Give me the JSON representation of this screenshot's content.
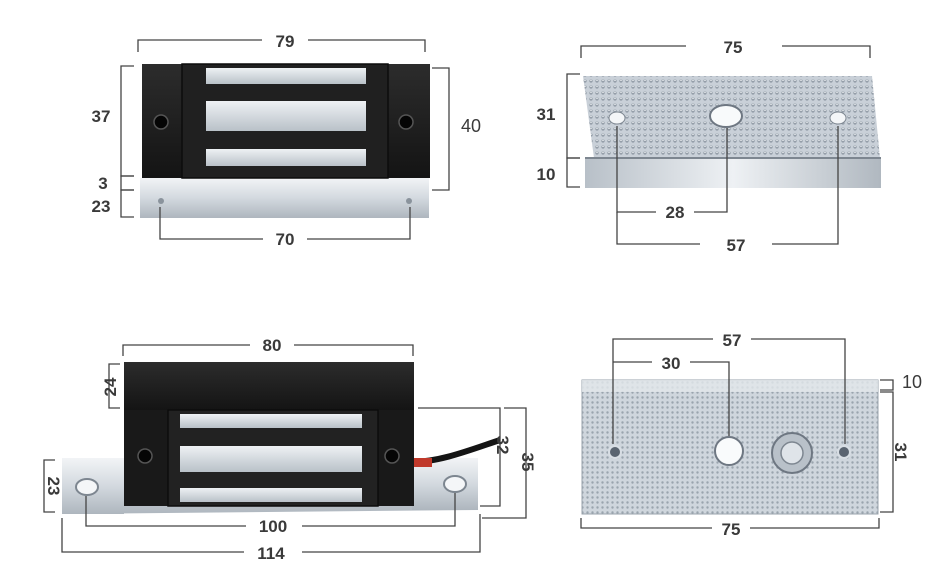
{
  "views": {
    "top_left": {
      "width_top": "79",
      "magnet_height": "37",
      "side_height": "40",
      "gap": "3",
      "base_height": "23",
      "hole_spacing": "70"
    },
    "top_right": {
      "length": "75",
      "height": "31",
      "lip": "10",
      "center_hole": "28",
      "hole_spacing": "57"
    },
    "bottom_left": {
      "width": "80",
      "top_height": "24",
      "body_height": "32",
      "total_height": "35",
      "bracket_height": "23",
      "hole_spacing": "100",
      "total_length": "114"
    },
    "bottom_right": {
      "hole_spacing": "57",
      "center_hole": "30",
      "lip": "10",
      "height": "31",
      "length": "75"
    }
  },
  "colors": {
    "dimension_text": "#3a3a3a",
    "magnet_body": "#1c1c1c",
    "aluminium": "#cfd6dd",
    "stripe": "#c4ccd3"
  }
}
